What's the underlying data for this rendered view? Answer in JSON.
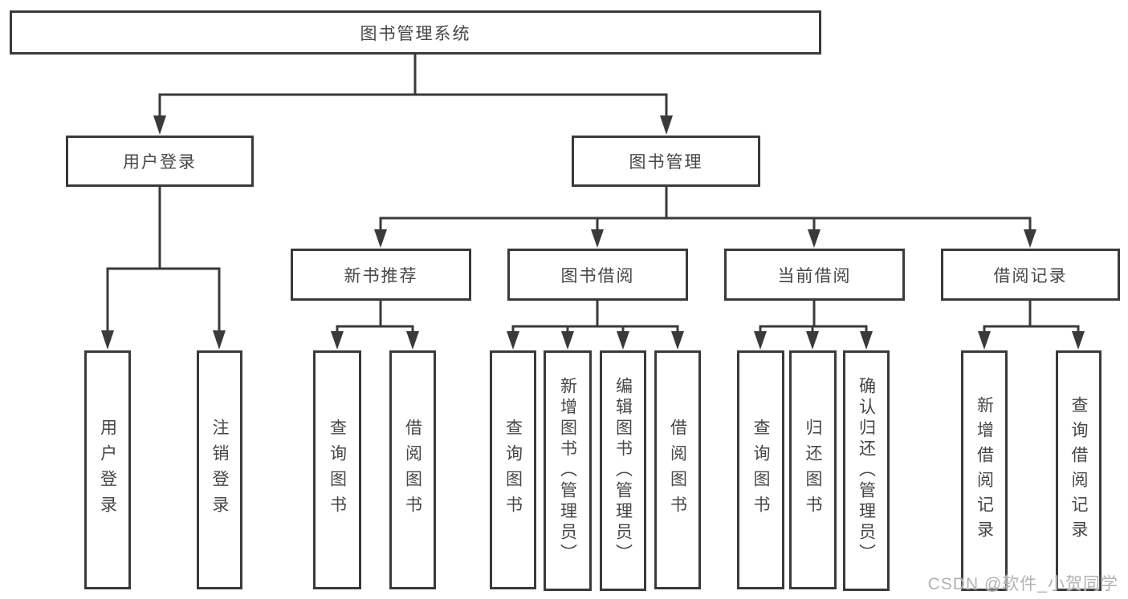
{
  "diagram": {
    "root": {
      "label": "图书管理系统"
    },
    "branches": {
      "user_login": {
        "label": "用户登录",
        "children": [
          "用户登录",
          "注销登录"
        ]
      },
      "book_management": {
        "label": "图书管理",
        "children": {
          "new_book_recommend": {
            "label": "新书推荐",
            "children": [
              "查询图书",
              "借阅图书"
            ]
          },
          "book_borrow": {
            "label": "图书借阅",
            "children": [
              "查询图书",
              "新增图书（管理员）",
              "编辑图书（管理员）",
              "借阅图书"
            ]
          },
          "current_borrow": {
            "label": "当前借阅",
            "children": [
              "查询图书",
              "归还图书",
              "确认归还（管理员）"
            ]
          },
          "borrow_records": {
            "label": "借阅记录",
            "children": [
              "新增借阅记录",
              "查询借阅记录"
            ]
          }
        }
      }
    },
    "watermark": "CSDN @软件_小贺同学",
    "colors": {
      "line": "#3a3a3a",
      "text": "#474747",
      "watermark": "#b2b2b2",
      "background": "#ffffff"
    }
  }
}
